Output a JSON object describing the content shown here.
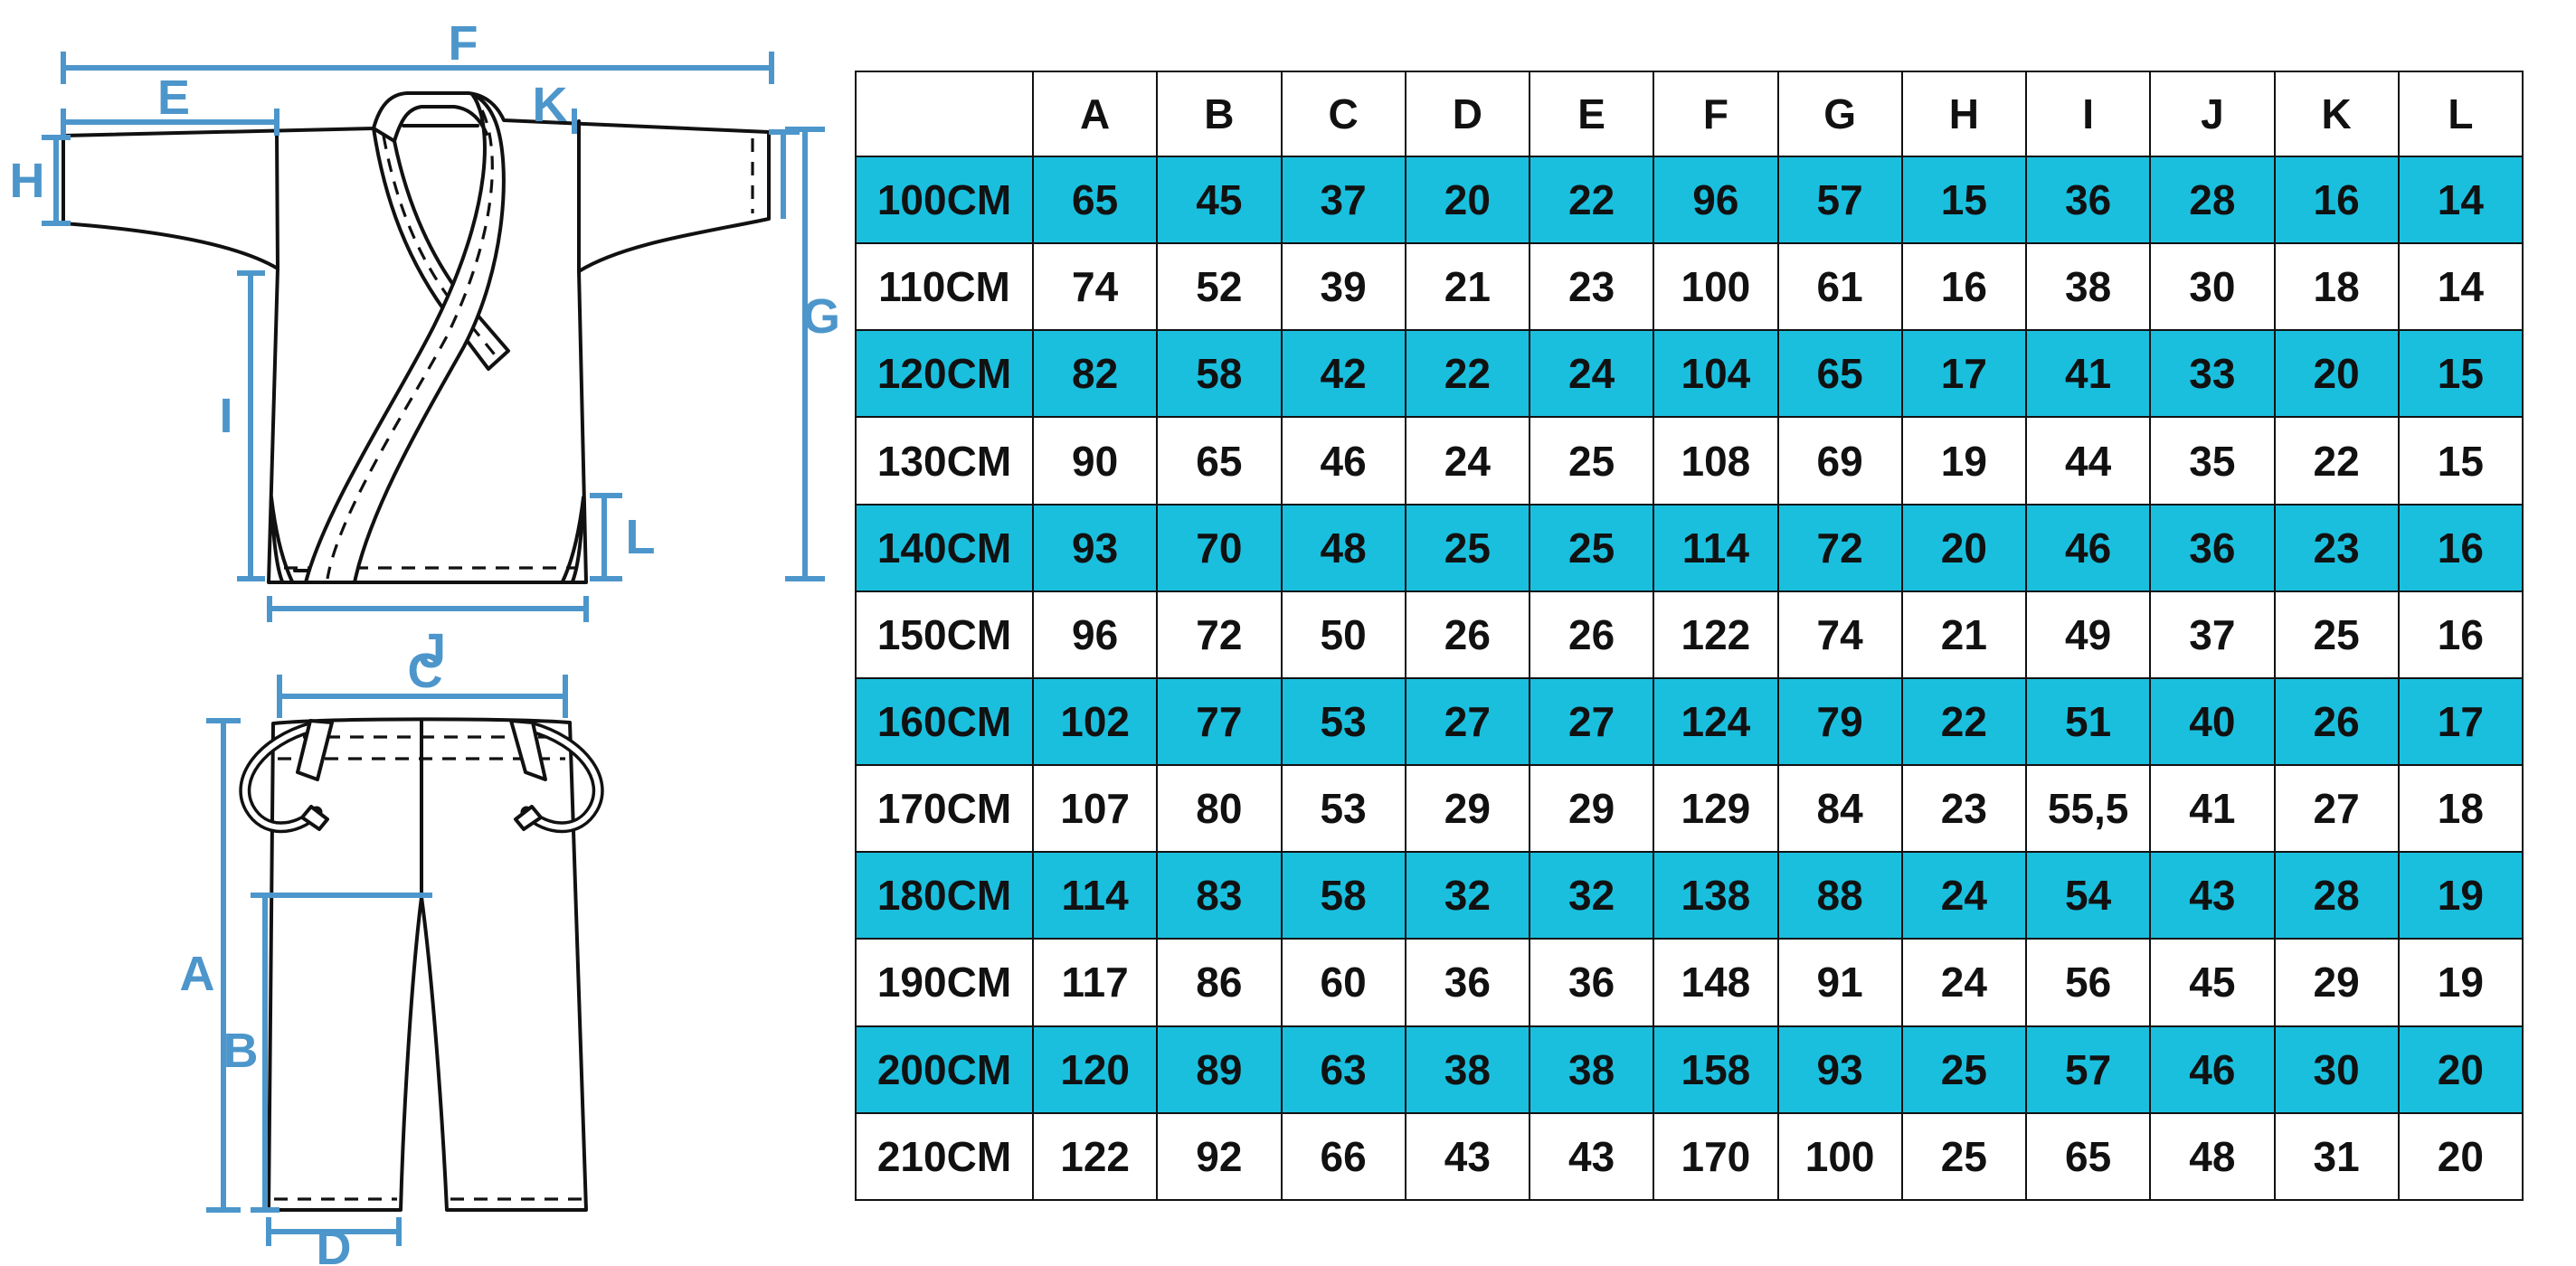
{
  "diagram": {
    "dimension_color": "#4d96cb",
    "outline_color": "#111111",
    "jacket": {
      "description": "jacket-front-technical-drawing",
      "labels": {
        "F": "F",
        "E": "E",
        "K": "K",
        "H": "H",
        "G": "G",
        "I": "I",
        "L": "L",
        "J": "J"
      }
    },
    "pants": {
      "description": "pants-front-technical-drawing",
      "labels": {
        "C": "C",
        "A": "A",
        "B": "B",
        "D": "D"
      }
    }
  },
  "table": {
    "highlight_color": "#1abfde",
    "border_color": "#111111",
    "corner_label": "",
    "columns": [
      "A",
      "B",
      "C",
      "D",
      "E",
      "F",
      "G",
      "H",
      "I",
      "J",
      "K",
      "L"
    ],
    "rows": [
      {
        "size": "100CM",
        "highlighted": true,
        "values": [
          "65",
          "45",
          "37",
          "20",
          "22",
          "96",
          "57",
          "15",
          "36",
          "28",
          "16",
          "14"
        ]
      },
      {
        "size": "110CM",
        "highlighted": false,
        "values": [
          "74",
          "52",
          "39",
          "21",
          "23",
          "100",
          "61",
          "16",
          "38",
          "30",
          "18",
          "14"
        ]
      },
      {
        "size": "120CM",
        "highlighted": true,
        "values": [
          "82",
          "58",
          "42",
          "22",
          "24",
          "104",
          "65",
          "17",
          "41",
          "33",
          "20",
          "15"
        ]
      },
      {
        "size": "130CM",
        "highlighted": false,
        "values": [
          "90",
          "65",
          "46",
          "24",
          "25",
          "108",
          "69",
          "19",
          "44",
          "35",
          "22",
          "15"
        ]
      },
      {
        "size": "140CM",
        "highlighted": true,
        "values": [
          "93",
          "70",
          "48",
          "25",
          "25",
          "114",
          "72",
          "20",
          "46",
          "36",
          "23",
          "16"
        ]
      },
      {
        "size": "150CM",
        "highlighted": false,
        "values": [
          "96",
          "72",
          "50",
          "26",
          "26",
          "122",
          "74",
          "21",
          "49",
          "37",
          "25",
          "16"
        ]
      },
      {
        "size": "160CM",
        "highlighted": true,
        "values": [
          "102",
          "77",
          "53",
          "27",
          "27",
          "124",
          "79",
          "22",
          "51",
          "40",
          "26",
          "17"
        ]
      },
      {
        "size": "170CM",
        "highlighted": false,
        "values": [
          "107",
          "80",
          "53",
          "29",
          "29",
          "129",
          "84",
          "23",
          "55,5",
          "41",
          "27",
          "18"
        ]
      },
      {
        "size": "180CM",
        "highlighted": true,
        "values": [
          "114",
          "83",
          "58",
          "32",
          "32",
          "138",
          "88",
          "24",
          "54",
          "43",
          "28",
          "19"
        ]
      },
      {
        "size": "190CM",
        "highlighted": false,
        "values": [
          "117",
          "86",
          "60",
          "36",
          "36",
          "148",
          "91",
          "24",
          "56",
          "45",
          "29",
          "19"
        ]
      },
      {
        "size": "200CM",
        "highlighted": true,
        "values": [
          "120",
          "89",
          "63",
          "38",
          "38",
          "158",
          "93",
          "25",
          "57",
          "46",
          "30",
          "20"
        ]
      },
      {
        "size": "210CM",
        "highlighted": false,
        "values": [
          "122",
          "92",
          "66",
          "43",
          "43",
          "170",
          "100",
          "25",
          "65",
          "48",
          "31",
          "20"
        ]
      }
    ]
  }
}
